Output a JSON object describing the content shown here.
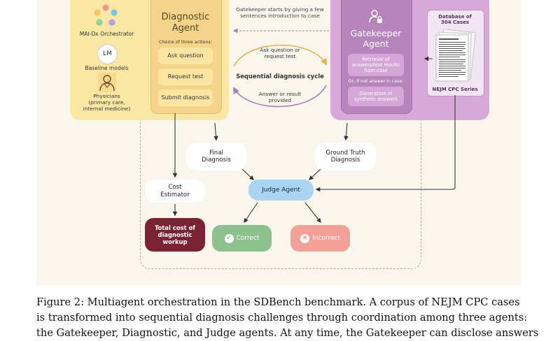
{
  "left_panel": {
    "orchestrator_label": "MAI-Dx Orchestrator",
    "baseline_icon_text": "LM",
    "baseline_label": "Baseline models",
    "physicians_label": [
      "Physicians",
      "(primary care,",
      "internal medicine)"
    ],
    "icons": [
      "mai-dx-orchestrator-icon",
      "language-model-icon",
      "physician-icon"
    ]
  },
  "diagnostic_agent": {
    "title": [
      "Diagnostic",
      "Agent"
    ],
    "subtitle": "Choice of three actions:",
    "actions": [
      "Ask question",
      "Request test",
      "Submit diagnosis"
    ]
  },
  "cycle": {
    "gatekeeper_intro": [
      "Gatekeeper starts by giving a few",
      "sentences introduction to case"
    ],
    "top_label": [
      "Ask question or",
      "request test"
    ],
    "center_label": "Sequential diagnosis cycle",
    "bottom_label": [
      "Answer or result",
      "provided"
    ]
  },
  "gatekeeper_agent": {
    "icon": "gatekeeper-person-lock-icon",
    "title": [
      "Gatekeeper",
      "Agent"
    ],
    "retrieval": [
      "Retrieval of",
      "answers/test results",
      "from case"
    ],
    "fallback_label": "Or, if not answer in case:",
    "generation": [
      "Generation of",
      "synthetic answers"
    ]
  },
  "database": {
    "title": [
      "Database of",
      "304 Cases"
    ],
    "series_label": "NEJM CPC Series",
    "icon": "case-documents-icon"
  },
  "flow": {
    "final_diagnosis": [
      "Final",
      "Diagnosis"
    ],
    "ground_truth": [
      "Ground Truth",
      "Diagnosis"
    ],
    "cost_estimator": [
      "Cost",
      "Estimator"
    ],
    "judge_agent": "Judge Agent",
    "total_cost": [
      "Total cost of",
      "diagnostic",
      "workup"
    ],
    "correct": "Correct",
    "incorrect": "Incorrect",
    "icons": [
      "check-icon",
      "cross-icon"
    ]
  },
  "colors": {
    "yellow_panel": "#fbe7a4",
    "purple_panel": "#d7a9d9",
    "judge": "#a9d4f2",
    "correct": "#8cc18f",
    "incorrect": "#f2a198",
    "total_cost": "#7b2332"
  },
  "caption": [
    "Figure 2: Multiagent orchestration in the SDBench benchmark. A corpus of NEJM CPC cases",
    "is transformed into sequential diagnosis challenges through coordination among three agents:",
    "the Gatekeeper, Diagnostic, and Judge agents. At any time, the Gatekeeper can disclose answers"
  ]
}
